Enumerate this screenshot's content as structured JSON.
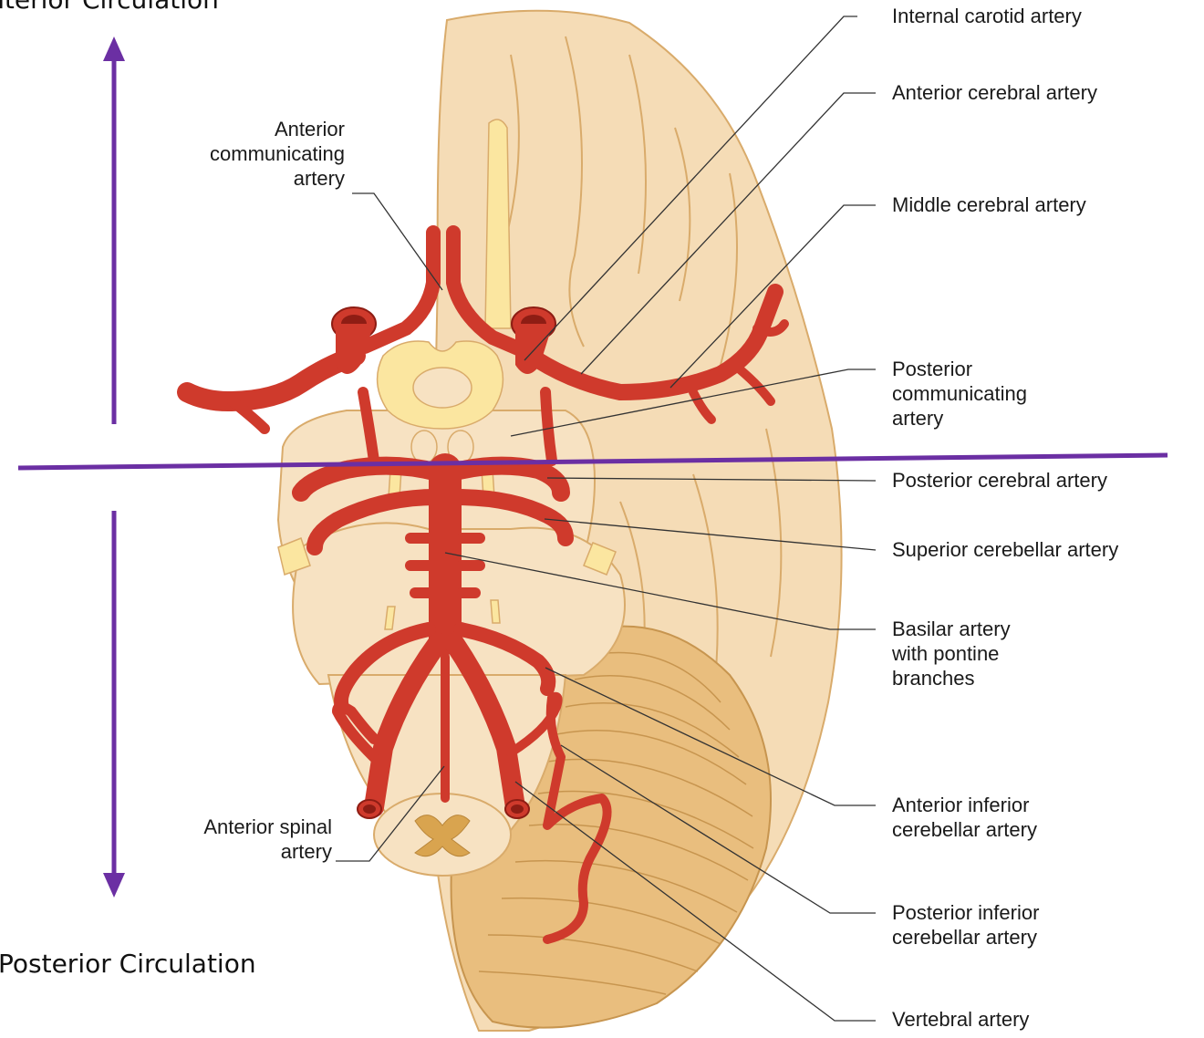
{
  "sections": {
    "anterior": "Anterior Circulation",
    "posterior": "Posterior Circulation"
  },
  "labels": {
    "anterior_communicating_artery": "Anterior\ncommunicating\nartery",
    "anterior_spinal_artery": "Anterior spinal\nartery",
    "internal_carotid_artery": "Internal carotid artery",
    "anterior_cerebral_artery": "Anterior cerebral artery",
    "middle_cerebral_artery": "Middle cerebral artery",
    "posterior_communicating_artery": "Posterior\ncommunicating\nartery",
    "posterior_cerebral_artery": "Posterior cerebral artery",
    "superior_cerebellar_artery": "Superior cerebellar artery",
    "basilar_artery": "Basilar artery\nwith pontine\nbranches",
    "anterior_inferior_cerebellar_artery": "Anterior inferior\ncerebellar artery",
    "posterior_inferior_cerebellar_artery": "Posterior inferior\ncerebellar artery",
    "vertebral_artery": "Vertebral artery"
  },
  "colors": {
    "artery": "#cf3a2c",
    "artery_dark": "#8e1d14",
    "brain": "#f5dcb6",
    "brain_outline": "#d9ab6b",
    "cerebellum": "#e9be7e",
    "nerve": "#fbe6a0",
    "divider": "#6b2fa3"
  }
}
